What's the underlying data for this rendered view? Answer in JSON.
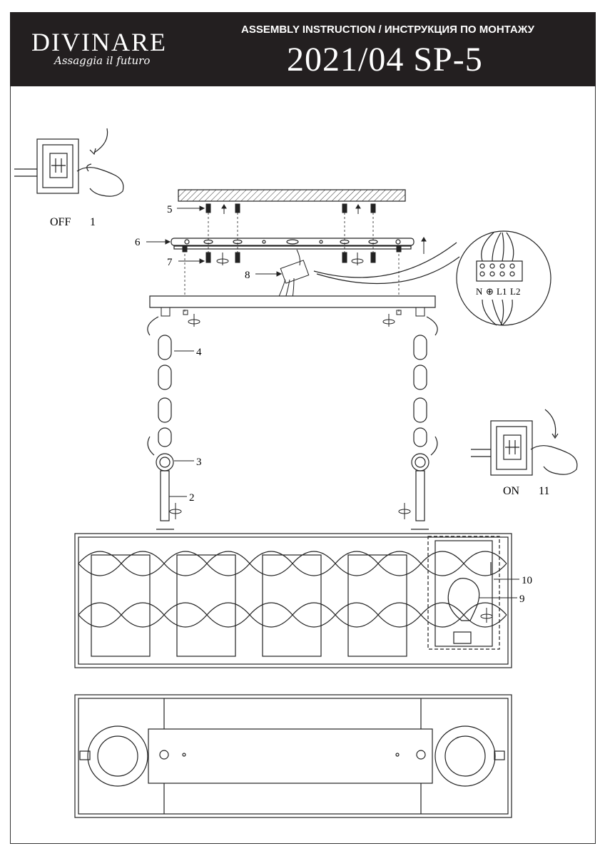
{
  "header": {
    "brand": "DIVINARE",
    "tagline": "Assaggia il futuro",
    "subtitle": "ASSEMBLY INSTRUCTION / ИНСТРУКЦИЯ ПО МОНТАЖУ",
    "model": "2021/04  SP-5"
  },
  "switch_off": {
    "state": "OFF",
    "step": "1"
  },
  "switch_on": {
    "state": "ON",
    "step": "11"
  },
  "callouts": {
    "c2": "2",
    "c3": "3",
    "c4": "4",
    "c5": "5",
    "c6": "6",
    "c7": "7",
    "c8": "8",
    "c9": "9",
    "c10": "10"
  },
  "terminal": {
    "n": "N",
    "earth": "⊕",
    "l1": "L1",
    "l2": "L2"
  }
}
